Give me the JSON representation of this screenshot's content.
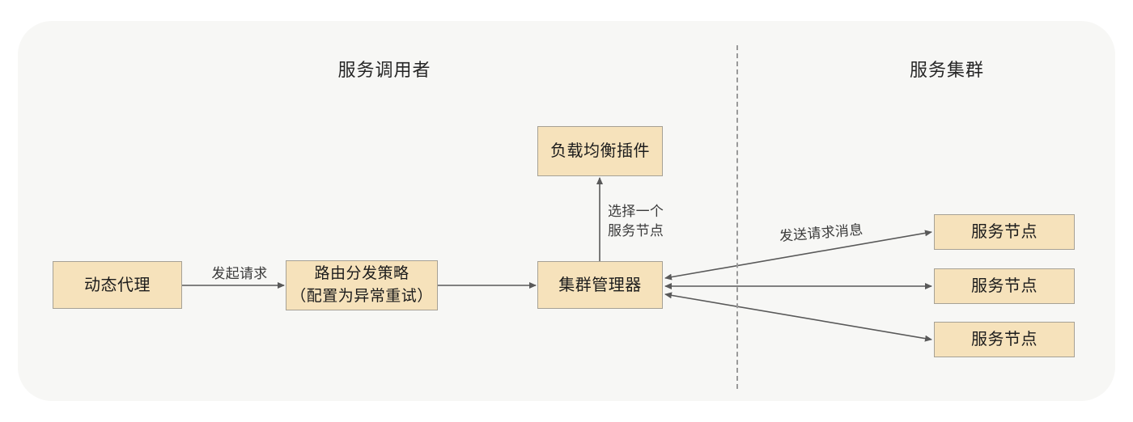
{
  "panel": {
    "sections": [
      {
        "id": "caller",
        "title": "服务调用者"
      },
      {
        "id": "cluster",
        "title": "服务集群"
      }
    ],
    "divider": "dashed-vertical-divider"
  },
  "nodes": {
    "dynamic_proxy": {
      "label": "动态代理"
    },
    "route_policy": {
      "label": "路由分发策略\n（配置为异常重试）"
    },
    "cluster_manager": {
      "label": "集群管理器"
    },
    "load_balancer": {
      "label": "负载均衡插件"
    },
    "service_nodes": [
      {
        "label": "服务节点"
      },
      {
        "label": "服务节点"
      },
      {
        "label": "服务节点"
      }
    ]
  },
  "edges": {
    "request": {
      "label": "发起请求"
    },
    "pick_node": {
      "label": "选择一个\n服务节点"
    },
    "send_msg": {
      "label": "发送请求消息"
    }
  },
  "colors": {
    "panel_bg": "#f7f7f5",
    "node_fill": "#f6e2bb",
    "node_border": "#a6a195",
    "arrow": "#595959",
    "divider": "#9a9a9a",
    "text": "#1c1c1c"
  }
}
